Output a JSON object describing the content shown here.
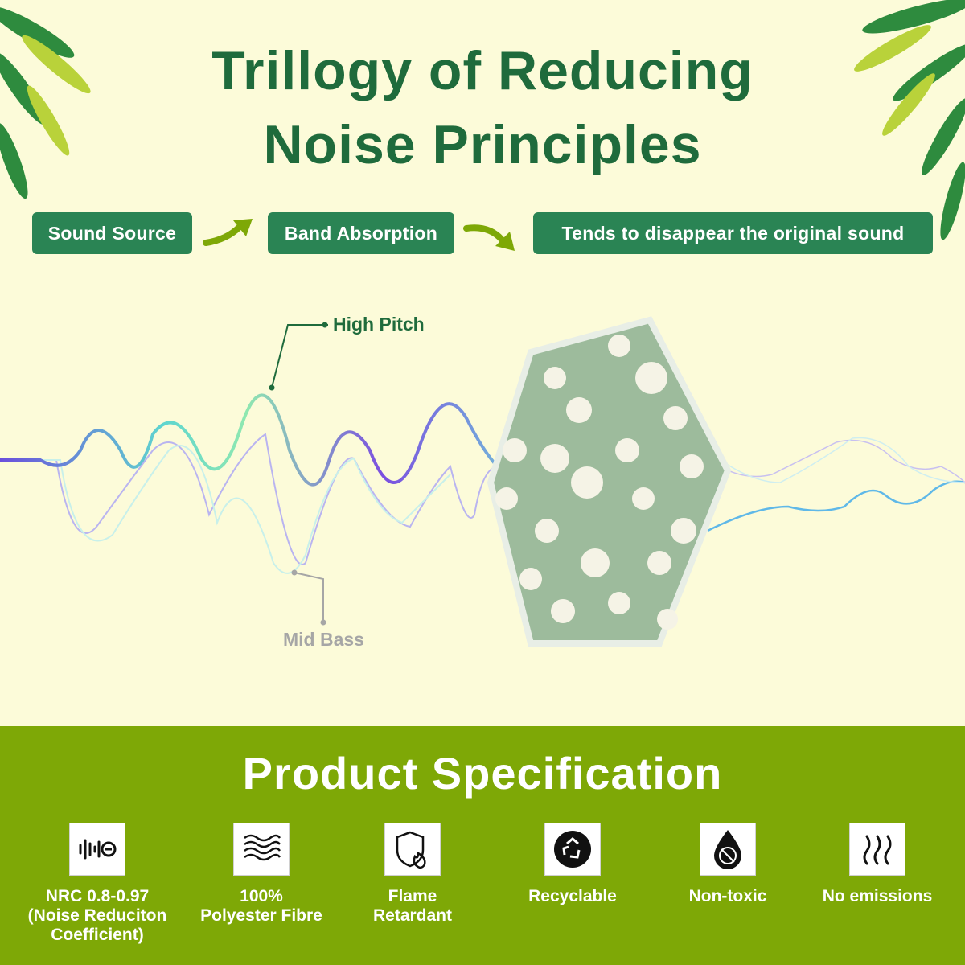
{
  "title": {
    "line1": "Trillogy of Reducing",
    "line2": "Noise Principles"
  },
  "steps": [
    {
      "label": "Sound Source"
    },
    {
      "label": "Band Absorption"
    },
    {
      "label": "Tends to disappear the original sound"
    }
  ],
  "wave_labels": {
    "high": "High Pitch",
    "mid": "Mid Bass"
  },
  "spec": {
    "title": "Product Specification",
    "items": [
      {
        "icon": "sound-wave-icon",
        "label": "NRC 0.8-0.97\n(Noise Reduciton\nCoefficient)"
      },
      {
        "icon": "fibre-wave-icon",
        "label": "100%\nPolyester Fibre"
      },
      {
        "icon": "shield-flame-icon",
        "label": "Flame\nRetardant"
      },
      {
        "icon": "recycle-icon",
        "label": "Recyclable"
      },
      {
        "icon": "non-toxic-drop-icon",
        "label": "Non-toxic"
      },
      {
        "icon": "no-emissions-icon",
        "label": "No emissions"
      }
    ]
  },
  "colors": {
    "background": "#fcfbd9",
    "title_green": "#1f6b3c",
    "pill_green": "#2a8454",
    "spec_band": "#7ea806",
    "arrow": "#7ea806",
    "panel": "#9dbb9c"
  }
}
